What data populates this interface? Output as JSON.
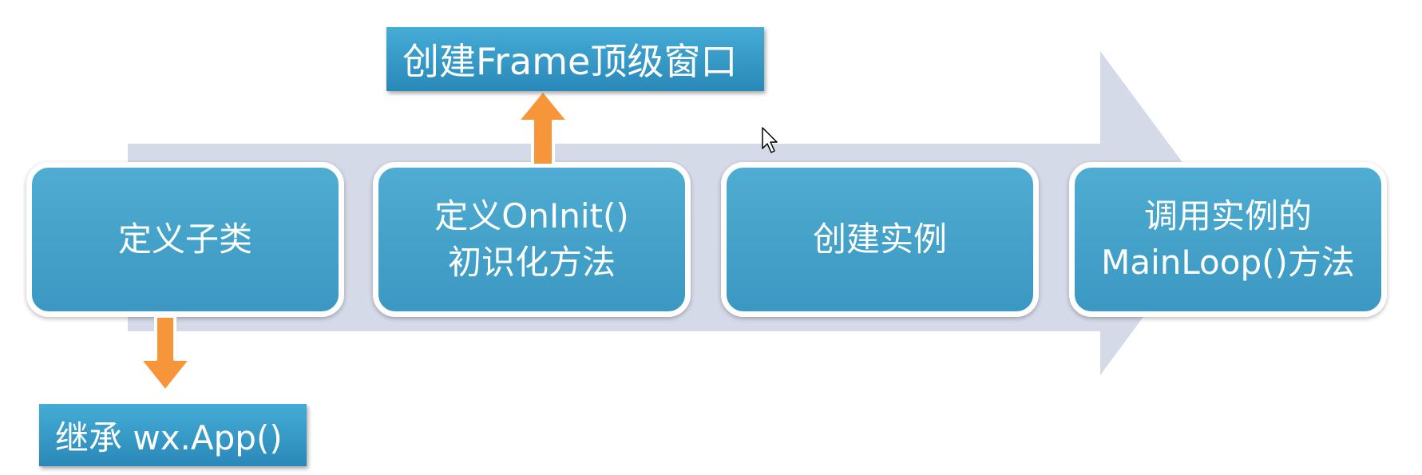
{
  "steps": [
    {
      "lines": [
        "定义子类"
      ]
    },
    {
      "lines": [
        "定义OnInit()",
        "初识化方法"
      ]
    },
    {
      "lines": [
        "创建实例"
      ]
    },
    {
      "lines": [
        "调用实例的",
        "MainLoop()方法"
      ]
    }
  ],
  "notes": {
    "top": "创建Frame顶级窗口",
    "bottom": "继承 wx.App()"
  },
  "colors": {
    "box_fill": "#43a3cb",
    "note_fill": "#3799c7",
    "connector_arrow": "#f7953a",
    "process_arrow": "#d5dae8"
  },
  "icons": [
    "mouse-cursor-icon"
  ]
}
